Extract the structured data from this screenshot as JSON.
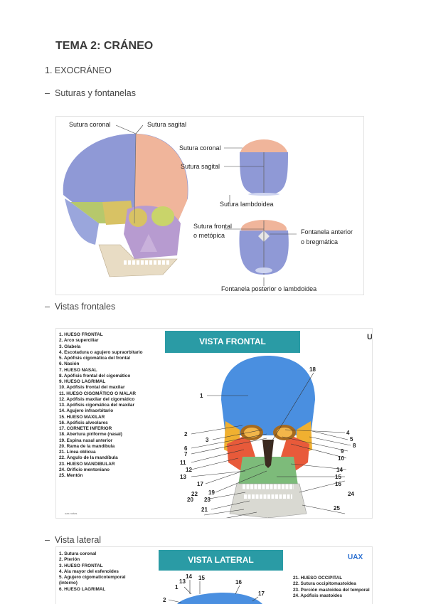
{
  "page": {
    "title": "TEMA 2: CRÁNEO",
    "section_number": "1.",
    "section_title": "EXOCRÁNEO",
    "dash": "–"
  },
  "fig1": {
    "subtitle": "Suturas y fontanelas",
    "labels": {
      "sutura_coronal_left": "Sutura coronal",
      "sutura_sagital_left": "Sutura sagital",
      "sutura_coronal_right": "Sutura coronal",
      "sutura_sagital_right": "Sutura sagital",
      "sutura_lambdoidea": "Sutura lambdoidea",
      "sutura_frontal_1": "Sutura frontal",
      "sutura_frontal_2": "o metópica",
      "fontanela_anterior_1": "Fontanela anterior",
      "fontanela_anterior_2": "o bregmática",
      "fontanela_posterior": "Fontanela posterior o lambdoidea"
    }
  },
  "fig2": {
    "subtitle": "Vistas frontales",
    "banner": "VISTA FRONTAL",
    "corner_mark": "U",
    "source_note": "uax.notas",
    "items": [
      "1. HUESO FRONTAL",
      "2. Arco superciliar",
      "3. Glabela",
      "4. Escotadura o agujero supraorbitario",
      "5. Apófisis cigomática del frontal",
      "6. Nasión",
      "7. HUESO NASAL",
      "8. Apófisis frontal del cigomático",
      "9. HUESO LAGRIMAL",
      "10. Apófisis frontal del maxilar",
      "11. HUESO CIGOMÁTICO O MALAR",
      "12. Apófisis maxilar del cigomático",
      "13. Apófisis cigomática del maxilar",
      "14. Agujero infraorbitario",
      "15. HUESO MAXILAR",
      "16. Apófisis alveolares",
      "17. CORNETE INFERIOR",
      "18. Abertura piriforme (nasal)",
      "19. Espina nasal anterior",
      "20. Rama de la mandíbula",
      "21. Línea oblicua",
      "22. Ángulo de la mandíbula",
      "23. HUESO MANDIBULAR",
      "24. Orificio mentoniano",
      "25. Mentón"
    ],
    "numbers": [
      "1",
      "2",
      "3",
      "4",
      "5",
      "6",
      "7",
      "8",
      "9",
      "10",
      "11",
      "12",
      "13",
      "14",
      "15",
      "16",
      "17",
      "18",
      "19",
      "20",
      "21",
      "22",
      "23",
      "24",
      "25"
    ]
  },
  "fig3": {
    "subtitle": "Vista lateral",
    "banner": "VISTA LATERAL",
    "brand": "UAX",
    "items_left": [
      "1.  Sutura coronal",
      "2.  Pterión",
      "3.  HUESO FRONTAL",
      "4.  Ala mayor del esfenoides",
      "5.  Agujero cigomaticotemporal",
      "(interno)",
      "6.  HUESO LAGRIMAL"
    ],
    "items_right": [
      "21. HUESO OCCIPITAL",
      "22. Sutura occipitomastoidea",
      "23. Porción mastoidea del temporal",
      "24. Apófisis mastoides"
    ],
    "numbers": [
      "14",
      "13",
      "15",
      "1",
      "16",
      "2",
      "17"
    ]
  },
  "colors": {
    "parietal": "#8f99d6",
    "frontal": "#f0b59b",
    "occipital": "#9aa6dc",
    "temporal": "#b6c86c",
    "zygomatic": "#d8c264",
    "maxilla": "#b79bd0",
    "mandible": "#e8dcc4",
    "banner": "#2a9ba5",
    "brand": "#2a6fd1"
  }
}
